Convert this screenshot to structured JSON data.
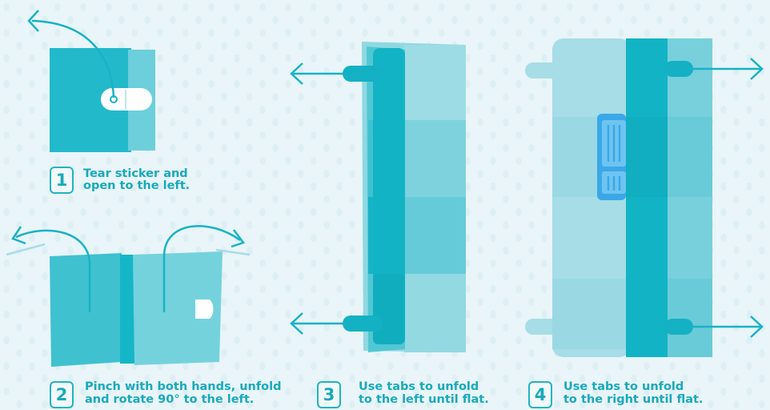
{
  "steps": [
    {
      "number": "1",
      "line1": "Tear sticker and",
      "line2": "open to the left."
    },
    {
      "number": "2",
      "line1": "Pinch with both hands, unfold",
      "line2": "and rotate 90° to the left."
    },
    {
      "number": "3",
      "line1": "Use tabs to unfold",
      "line2": "to the left until flat."
    },
    {
      "number": "4",
      "line1": "Use tabs to unfold",
      "line2": "to the right until flat."
    }
  ],
  "colors": {
    "background": "#e9f5f8",
    "teal_dark": "#13b5c7",
    "teal_mid": "#3fc1d0",
    "teal_light": "#8fd8e2",
    "blue_sticker": "#3aa8e8",
    "text": "#19a9bd"
  }
}
